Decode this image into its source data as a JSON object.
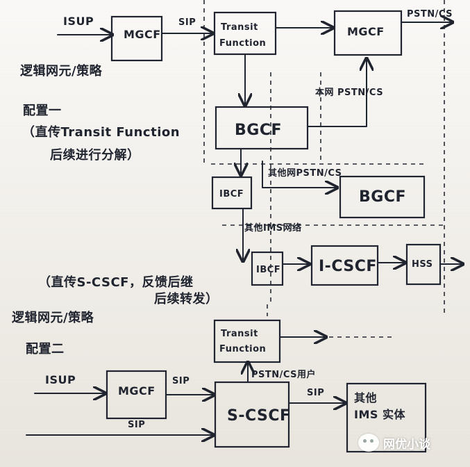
{
  "diagram": {
    "top_section": {
      "left_labels": {
        "input": "ISUP",
        "mgcf": "MGCF",
        "sip": "SIP"
      },
      "boxes": {
        "transit": "Transit Function",
        "mgcf_right": "MGCF",
        "bgcf_center": "BGCF",
        "ibcf_left": "IBCF",
        "bgcf_right": "BGCF",
        "ibcf_bottom": "IBCF",
        "icscf": "I-CSCF",
        "hss": "HSS"
      },
      "edge_labels": {
        "pstn_cs_top": "PSTN/CS",
        "local_network_pstn_cs": "本网 PSTN/CS",
        "other_network_pstn_cs": "其他网PSTN/CS",
        "other_ims_network": "其他IMS网络"
      },
      "notes": {
        "line1": "逻辑网元/策略",
        "line2": "配置一",
        "line3": "（直传Transit Function",
        "line4": "后续进行分解）"
      }
    },
    "bottom_section": {
      "notes": {
        "line1": "（直传S-CSCF，反馈后继",
        "line2": "后续转发）",
        "line3": "逻辑网元/策略",
        "line4": "配置二"
      },
      "left_labels": {
        "input": "ISUP",
        "mgcf": "MGCF",
        "sip_top": "SIP",
        "sip_bottom": "SIP"
      },
      "boxes": {
        "transit": "Transit Function",
        "scscf": "S-CSCF",
        "other_ims": "其他 IMS 实体"
      },
      "edge_labels": {
        "pstn_cs_user": "PSTN/CS用户",
        "sip_right": "SIP"
      }
    },
    "watermark": {
      "text": "网优小谈"
    }
  }
}
